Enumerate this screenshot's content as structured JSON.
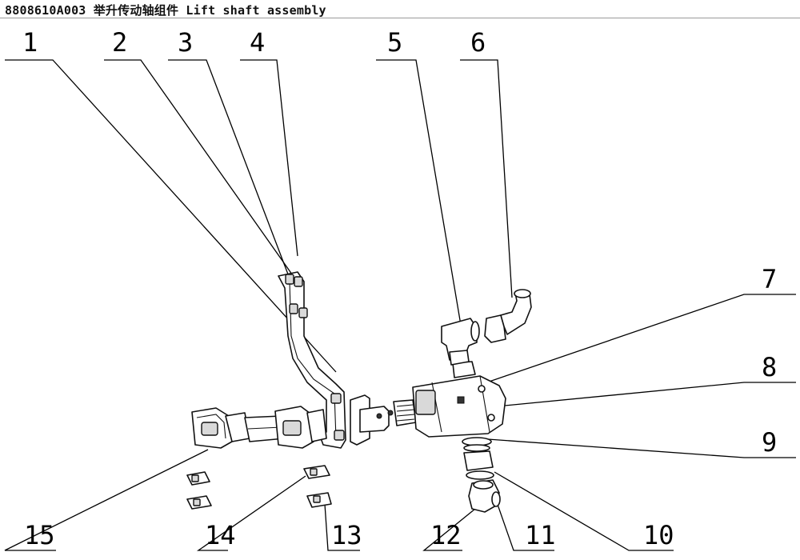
{
  "header": {
    "title": "8808610A003 举升传动轴组件 Lift shaft assembly"
  },
  "callouts": [
    "1",
    "2",
    "3",
    "4",
    "5",
    "6",
    "7",
    "8",
    "9",
    "10",
    "11",
    "12",
    "13",
    "14",
    "15"
  ]
}
